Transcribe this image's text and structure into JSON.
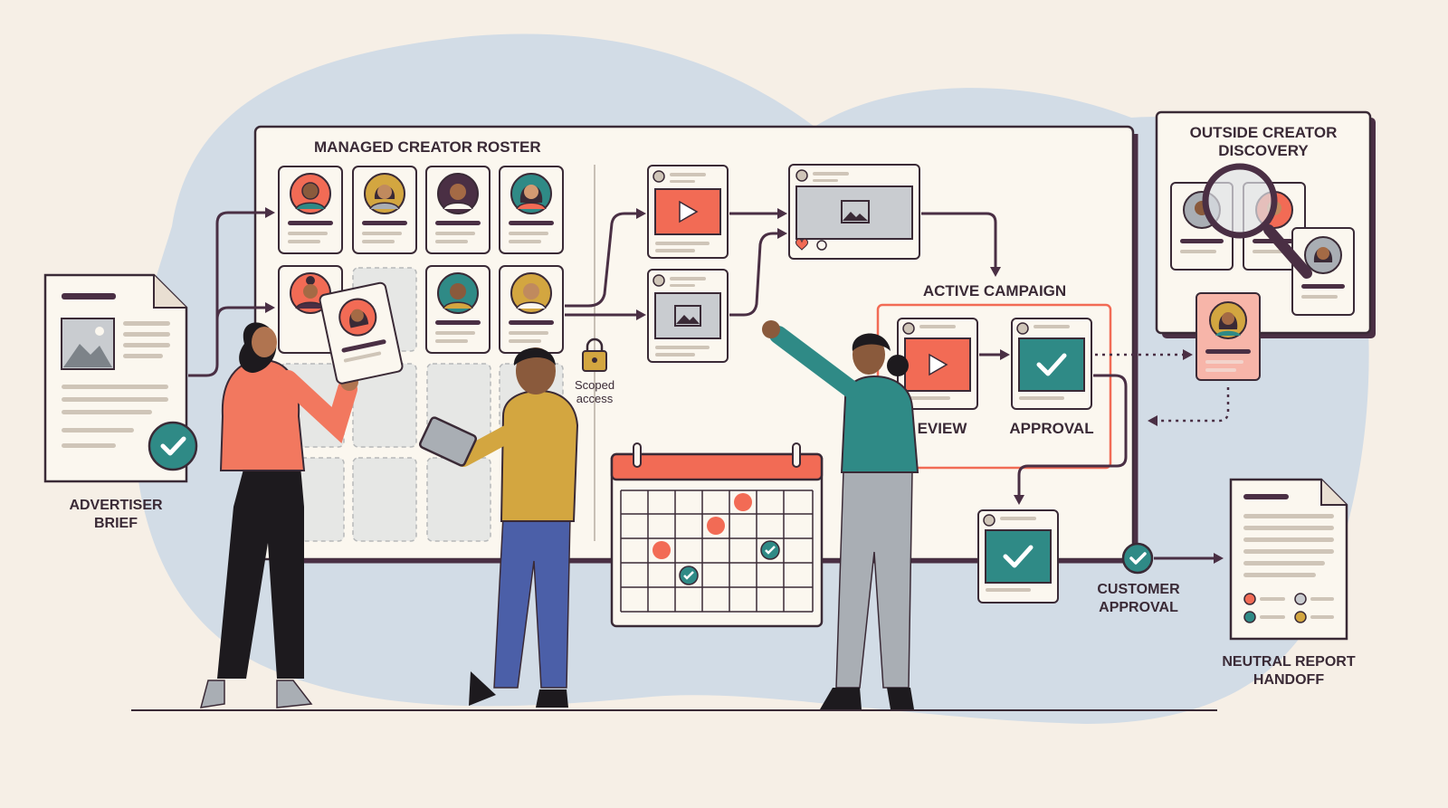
{
  "colors": {
    "background": "#f6efe6",
    "blob": "#d2dce6",
    "ink": "#3a2a36",
    "coral": "#f26b55",
    "teal": "#2f8a86",
    "mustard": "#d3a640",
    "grey": "#a9aeb4",
    "paper": "#fbf7ef"
  },
  "labels": {
    "roster_title": "MANAGED CREATOR ROSTER",
    "scoped_line1": "Scoped",
    "scoped_line2": "access",
    "advertiser_line1": "ADVERTISER",
    "advertiser_line2": "BRIEF",
    "outside_line1": "OUTSIDE CREATOR",
    "outside_line2": "DISCOVERY",
    "active_campaign": "ACTIVE CAMPAIGN",
    "review": "EVIEW",
    "approval": "APPROVAL",
    "customer_line1": "CUSTOMER",
    "customer_line2": "APPROVAL",
    "neutral_line1": "NEUTRAL REPORT",
    "neutral_line2": "HANDOFF"
  },
  "icons": {
    "play": "play-icon",
    "image": "image-icon",
    "check": "checkmark-icon",
    "lock": "padlock-icon",
    "heart": "heart-icon",
    "magnifier": "magnifier-icon",
    "calendar": "calendar-icon"
  }
}
